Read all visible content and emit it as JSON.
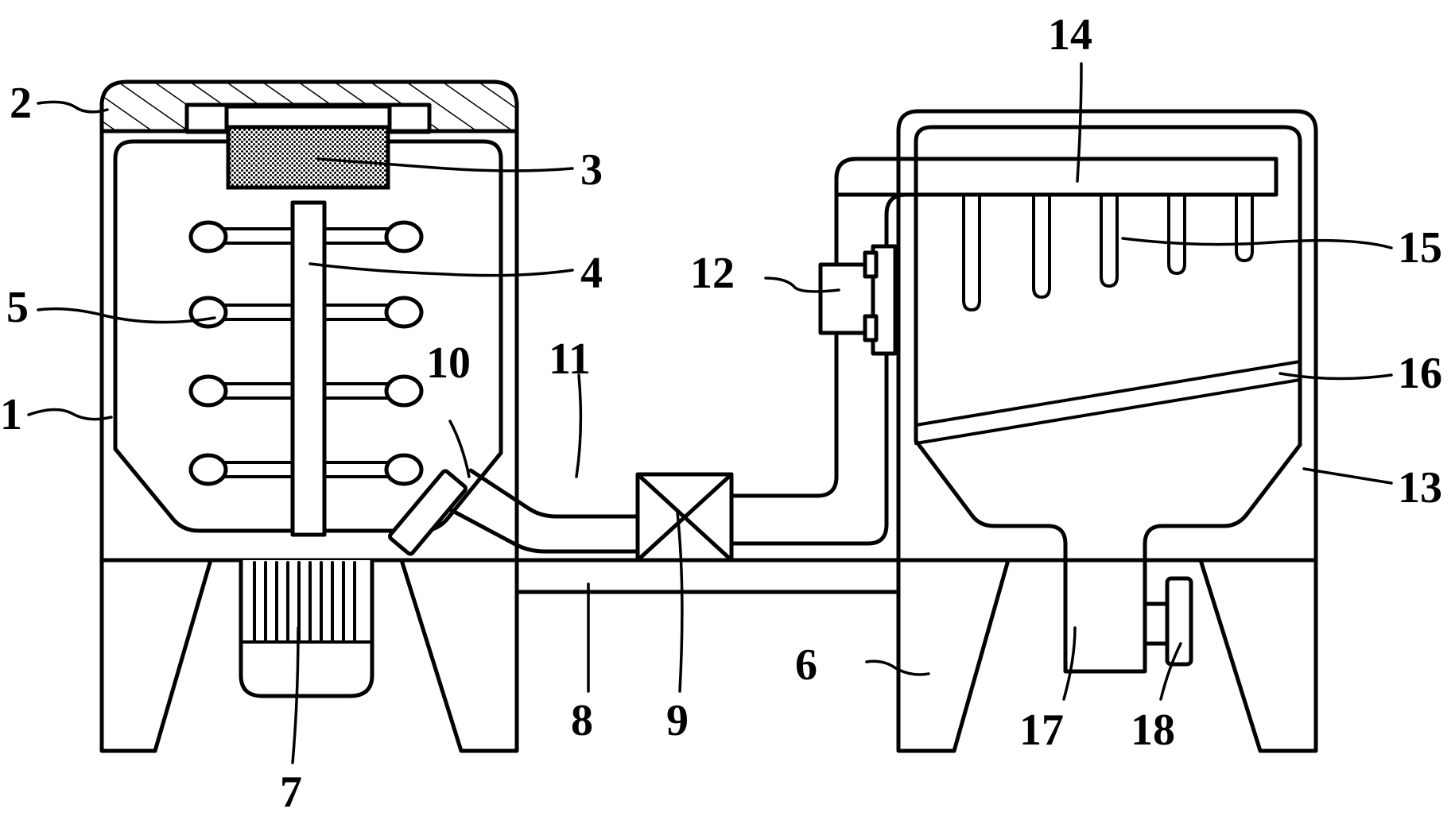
{
  "labels": {
    "l1": "1",
    "l2": "2",
    "l3": "3",
    "l4": "4",
    "l5": "5",
    "l6": "6",
    "l7": "7",
    "l8": "8",
    "l9": "9",
    "l10": "10",
    "l11": "11",
    "l12": "12",
    "l13": "13",
    "l14": "14",
    "l15": "15",
    "l16": "16",
    "l17": "17",
    "l18": "18"
  },
  "colors": {
    "line": "#000000",
    "background": "#ffffff"
  }
}
